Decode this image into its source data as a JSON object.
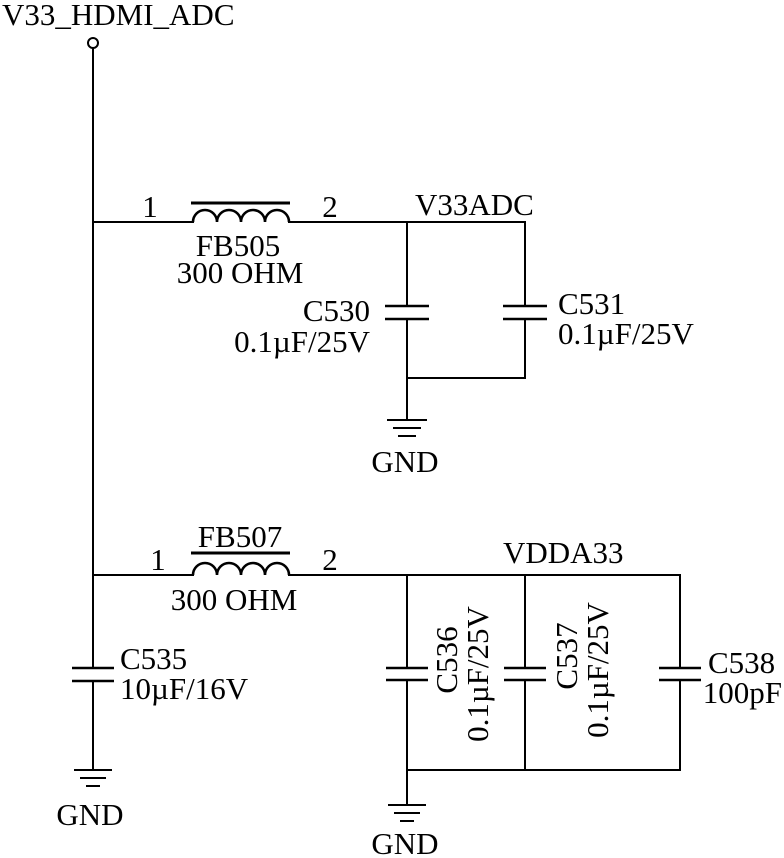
{
  "colors": {
    "ink": "#000000",
    "background": "#ffffff"
  },
  "nets": {
    "input": "V33_HDMI_ADC",
    "adc": "V33ADC",
    "vdda": "VDDA33"
  },
  "fb505": {
    "ref": "FB505",
    "value": "300 OHM",
    "pin1": "1",
    "pin2": "2"
  },
  "fb507": {
    "ref": "FB507",
    "value": "300 OHM",
    "pin1": "1",
    "pin2": "2"
  },
  "c530": {
    "ref": "C530",
    "value": "0.1µF/25V"
  },
  "c531": {
    "ref": "C531",
    "value": "0.1µF/25V"
  },
  "c535": {
    "ref": "C535",
    "value": "10µF/16V"
  },
  "c536": {
    "ref": "C536",
    "value": "0.1µF/25V"
  },
  "c537": {
    "ref": "C537",
    "value": "0.1µF/25V"
  },
  "c538": {
    "ref": "C538",
    "value": "100pF"
  },
  "grounds": [
    "GND",
    "GND",
    "GND"
  ]
}
